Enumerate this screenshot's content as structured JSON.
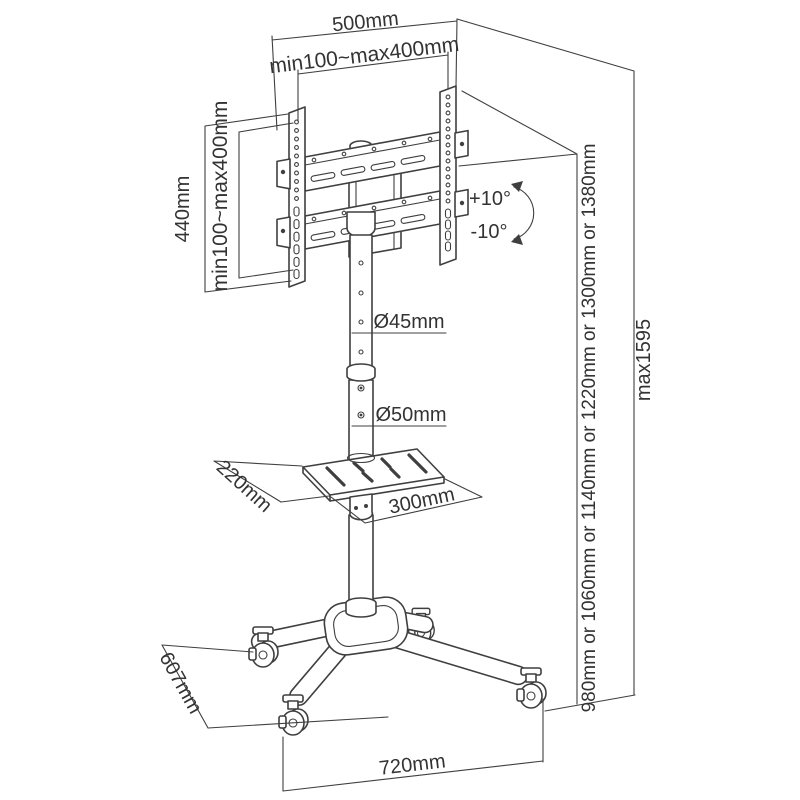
{
  "labels": {
    "top_width": "500mm",
    "vesa_width": "min100~max400mm",
    "vesa_height": "min100~max400mm",
    "bracket_height": "440mm",
    "tilt_up": "+10°",
    "tilt_down": "-10°",
    "upper_pole_diameter": "Ø45mm",
    "lower_pole_diameter": "Ø50mm",
    "shelf_depth": "220mm",
    "shelf_width": "300mm",
    "base_depth": "607mm",
    "base_width": "720mm",
    "height_options": "980mm or 1060mm or 1140mm or 1220mm or 1300mm or 1380mm",
    "max_height": "max1595"
  },
  "colors": {
    "line": "#3f3f3f",
    "background": "#ffffff"
  }
}
